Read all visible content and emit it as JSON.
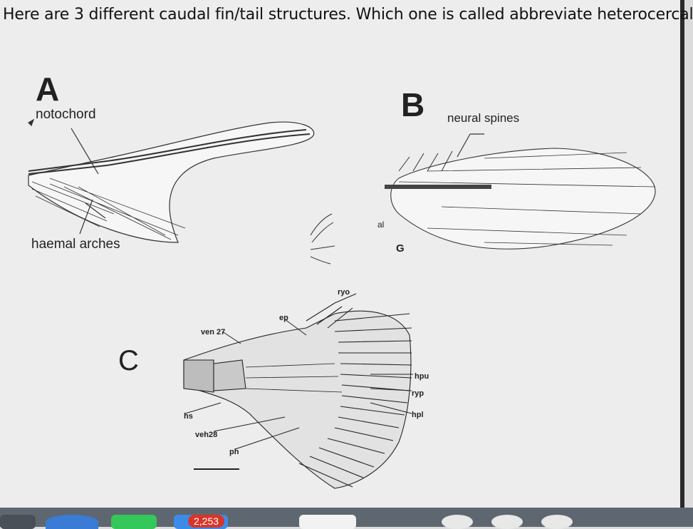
{
  "question": "Here are 3 different caudal fin/tail structures. Which one is called abbreviate heterocercal?",
  "figure_a": {
    "letter": "A",
    "notochord_label": "notochord",
    "haemal_label": "haemal arches"
  },
  "figure_b": {
    "letter": "B",
    "neural_label": "neural spines",
    "g_label": "G",
    "al_label": "al"
  },
  "figure_c": {
    "letter": "C",
    "labels": {
      "ryo": "ryo",
      "ep": "ep",
      "ven27": "ven 27",
      "hpu": "hpu",
      "ryp": "ryp",
      "hpl": "hpl",
      "hs": "hs",
      "veh28": "veh28",
      "ph": "ph"
    }
  },
  "dock": {
    "badge_count": "2,253"
  }
}
